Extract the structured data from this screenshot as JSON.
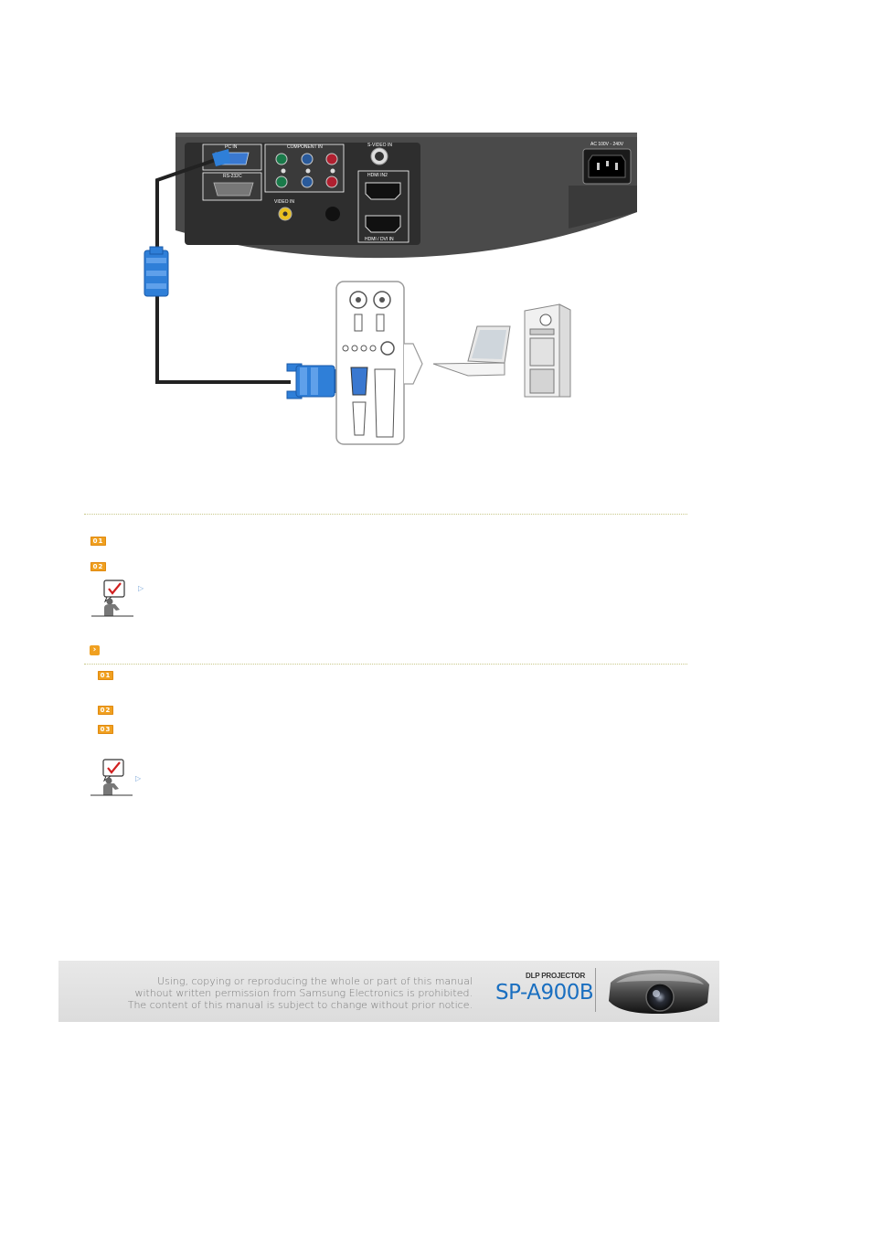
{
  "diagram": {
    "port_labels": {
      "pc_in": "PC IN",
      "rs232c": "RS-232C",
      "component_in": "COMPONENT IN",
      "s_video_in": "S-VIDEO IN",
      "hdmi_in2": "HDMI IN2",
      "hdmi_in1": "HDMI / DVI IN",
      "video_in": "VIDEO IN",
      "ac_in": "AC 100V - 240V"
    }
  },
  "steps_primary": [
    "01",
    "02"
  ],
  "steps_secondary": [
    "01",
    "02",
    "03"
  ],
  "colors": {
    "badge": "#f0a020",
    "cable": "#2f7fd8",
    "model_text": "#1a6fc0",
    "divider": "#c8c88a"
  },
  "icons": [
    "check-note-icon",
    "arrow-right-icon",
    "chevron-right-icon"
  ],
  "footer": {
    "notice_lines": [
      "Using, copying or reproducing the whole or part of this manual",
      "without written permission from Samsung Electronics  is prohibited.",
      "The content of this manual is subject to change without prior notice."
    ],
    "product_kicker": "DLP PROJECTOR",
    "model": "SP-A900B"
  }
}
